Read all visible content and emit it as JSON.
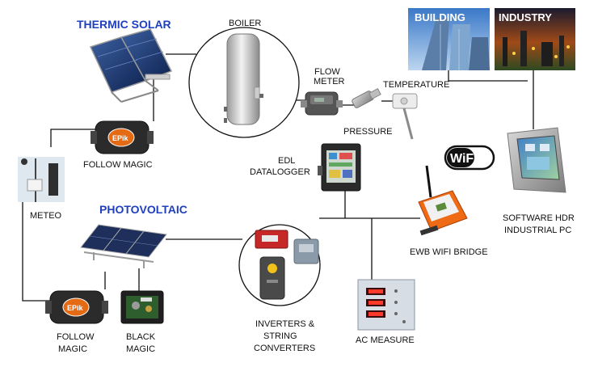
{
  "sections": {
    "thermic_solar": "THERMIC SOLAR",
    "photovoltaic": "PHOTOVOLTAIC"
  },
  "photo_labels": {
    "building": "BUILDING",
    "industry": "INDUSTRY"
  },
  "labels": {
    "boiler": "BOILER",
    "flow_meter_1": "FLOW",
    "flow_meter_2": "METER",
    "temperature": "TEMPERATURE",
    "pressure": "PRESSURE",
    "follow_magic_top": "FOLLOW MAGIC",
    "meteo": "METEO",
    "edl_1": "EDL",
    "edl_2": "DATALOGGER",
    "ewb": "EWB WIFI BRIDGE",
    "software_1": "SOFTWARE HDR",
    "software_2": "INDUSTRIAL PC",
    "follow_magic_bottom_1": "FOLLOW",
    "follow_magic_bottom_2": "MAGIC",
    "black_magic_1": "BLACK",
    "black_magic_2": "MAGIC",
    "inverters_1": "INVERTERS &",
    "inverters_2": "STRING",
    "inverters_3": "CONVERTERS",
    "ac_measure": "AC MEASURE"
  },
  "logos": {
    "wifi": "WiFi",
    "epik": "EPik"
  },
  "colors": {
    "section_blue": "#1f3fbf",
    "wire": "#111111"
  }
}
